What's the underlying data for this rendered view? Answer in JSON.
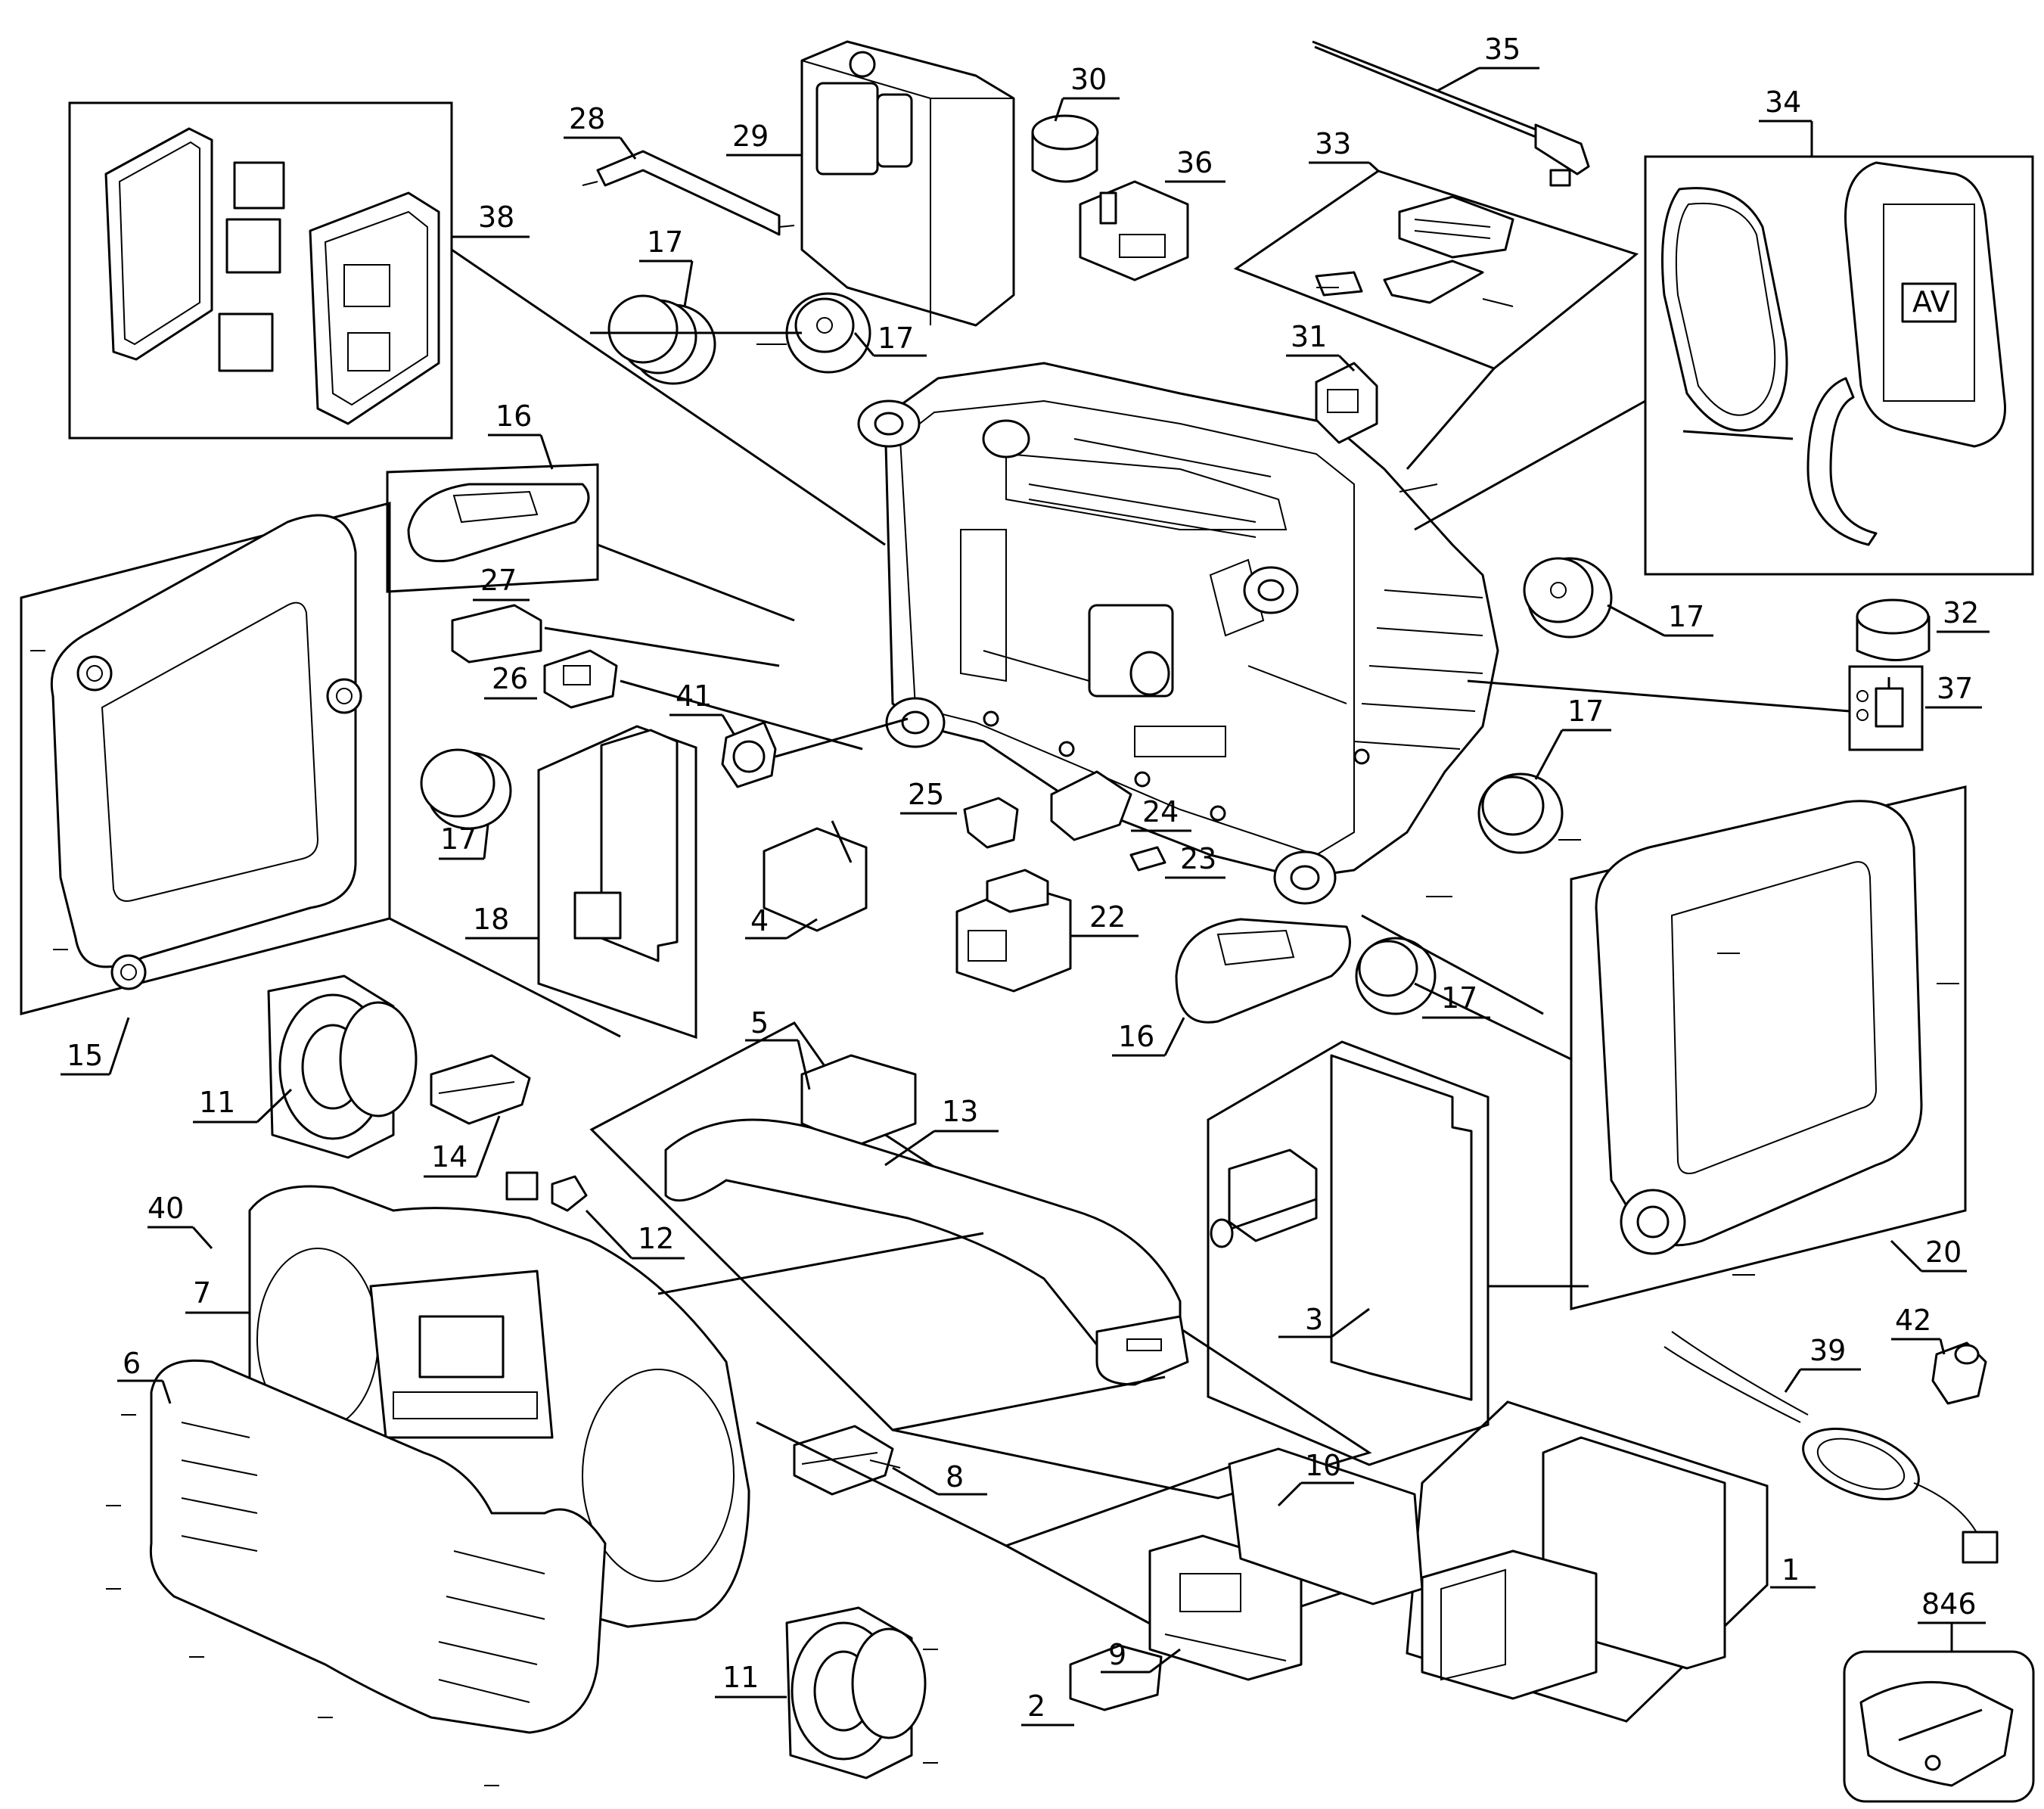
{
  "diagram": {
    "parts": [
      {
        "id": "p1",
        "number": "1"
      },
      {
        "id": "p2",
        "number": "2"
      },
      {
        "id": "p3",
        "number": "3"
      },
      {
        "id": "p4",
        "number": "4"
      },
      {
        "id": "p5",
        "number": "5"
      },
      {
        "id": "p6",
        "number": "6"
      },
      {
        "id": "p7",
        "number": "7"
      },
      {
        "id": "p8",
        "number": "8"
      },
      {
        "id": "p9",
        "number": "9"
      },
      {
        "id": "p10",
        "number": "10"
      },
      {
        "id": "p11a",
        "number": "11"
      },
      {
        "id": "p11b",
        "number": "11"
      },
      {
        "id": "p12",
        "number": "12"
      },
      {
        "id": "p13",
        "number": "13"
      },
      {
        "id": "p14",
        "number": "14"
      },
      {
        "id": "p15",
        "number": "15"
      },
      {
        "id": "p16a",
        "number": "16"
      },
      {
        "id": "p16b",
        "number": "16"
      },
      {
        "id": "p17a",
        "number": "17"
      },
      {
        "id": "p17b",
        "number": "17"
      },
      {
        "id": "p17c",
        "number": "17"
      },
      {
        "id": "p17d",
        "number": "17"
      },
      {
        "id": "p17e",
        "number": "17"
      },
      {
        "id": "p17f",
        "number": "17"
      },
      {
        "id": "p18",
        "number": "18"
      },
      {
        "id": "p20",
        "number": "20"
      },
      {
        "id": "p22",
        "number": "22"
      },
      {
        "id": "p23",
        "number": "23"
      },
      {
        "id": "p24",
        "number": "24"
      },
      {
        "id": "p25",
        "number": "25"
      },
      {
        "id": "p26",
        "number": "26"
      },
      {
        "id": "p27",
        "number": "27"
      },
      {
        "id": "p28",
        "number": "28"
      },
      {
        "id": "p29",
        "number": "29"
      },
      {
        "id": "p30",
        "number": "30"
      },
      {
        "id": "p31",
        "number": "31"
      },
      {
        "id": "p32",
        "number": "32"
      },
      {
        "id": "p33",
        "number": "33"
      },
      {
        "id": "p34",
        "number": "34"
      },
      {
        "id": "p35",
        "number": "35"
      },
      {
        "id": "p36",
        "number": "36"
      },
      {
        "id": "p37",
        "number": "37"
      },
      {
        "id": "p38",
        "number": "38"
      },
      {
        "id": "p39",
        "number": "39"
      },
      {
        "id": "p40",
        "number": "40"
      },
      {
        "id": "p41",
        "number": "41"
      },
      {
        "id": "p42",
        "number": "42"
      },
      {
        "id": "p846",
        "number": "846"
      }
    ],
    "badge_text": "AV"
  }
}
